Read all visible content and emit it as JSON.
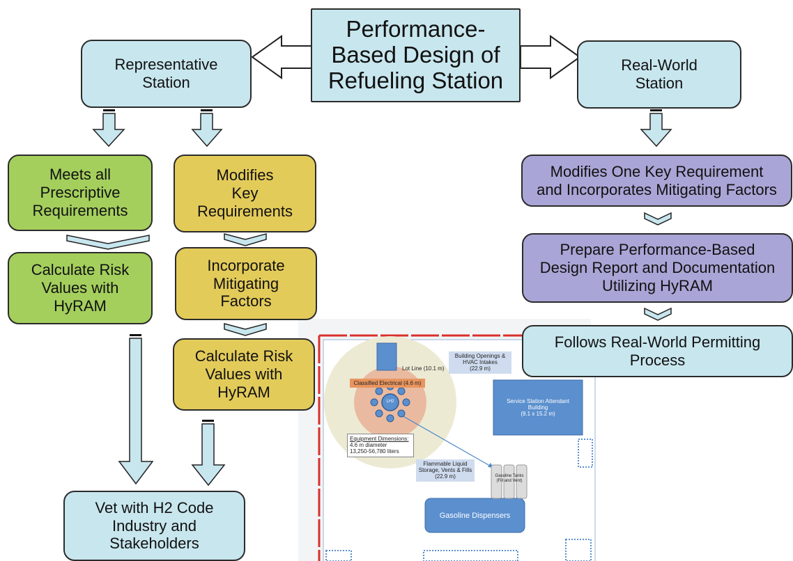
{
  "boxes": {
    "title": "Performance-\nBased Design of\nRefueling Station",
    "representative": "Representative\nStation",
    "real_world": "Real-World\nStation",
    "meets_all": "Meets all\nPrescriptive\nRequirements",
    "modifies_key": "Modifies\nKey\nRequirements",
    "modifies_one": "Modifies One Key Requirement\nand Incorporates Mitigating Factors",
    "calc_risk_left": "Calculate Risk\nValues with\nHyRAM",
    "incorporate": "Incorporate\nMitigating\nFactors",
    "prepare_report": "Prepare Performance-Based\nDesign Report and Documentation\nUtilizing HyRAM",
    "calc_risk_mid": "Calculate Risk\nValues with\nHyRAM",
    "follows": "Follows Real-World Permitting\nProcess",
    "vet": "Vet with H2 Code\nIndustry and\nStakeholders"
  },
  "site_plan": {
    "lot_line": "Lot Line (10.1 m)",
    "building_openings": "Building Openings &\nHVAC Intakes\n(22.9 m)",
    "classified_electrical": "Classified Electrical (4.6 m)",
    "service_station": "Service Station Attendant\nBuilding\n(9.1 x 15.2 m)",
    "equipment_title": "Equipment Dimensions:",
    "equipment_lines": "4.6 m diameter\n13,250-56,780 liters",
    "flammable_liquid": "Flammable Liquid\nStorage, Vents & Fills\n(22.9 m)",
    "gasoline_tanks": "Gasoline Tanks\n(Fill and Vent)",
    "gasoline_dispensers": "Gasoline Dispensers",
    "center_label": "LH2"
  },
  "colors": {
    "blue_box": "#c8e6ee",
    "green_box": "#a4cf5d",
    "yellow_box": "#e3cb5a",
    "purple_box": "#a9a5d6",
    "site_blue": "#5b8fce",
    "lot_red": "#d9302b"
  }
}
